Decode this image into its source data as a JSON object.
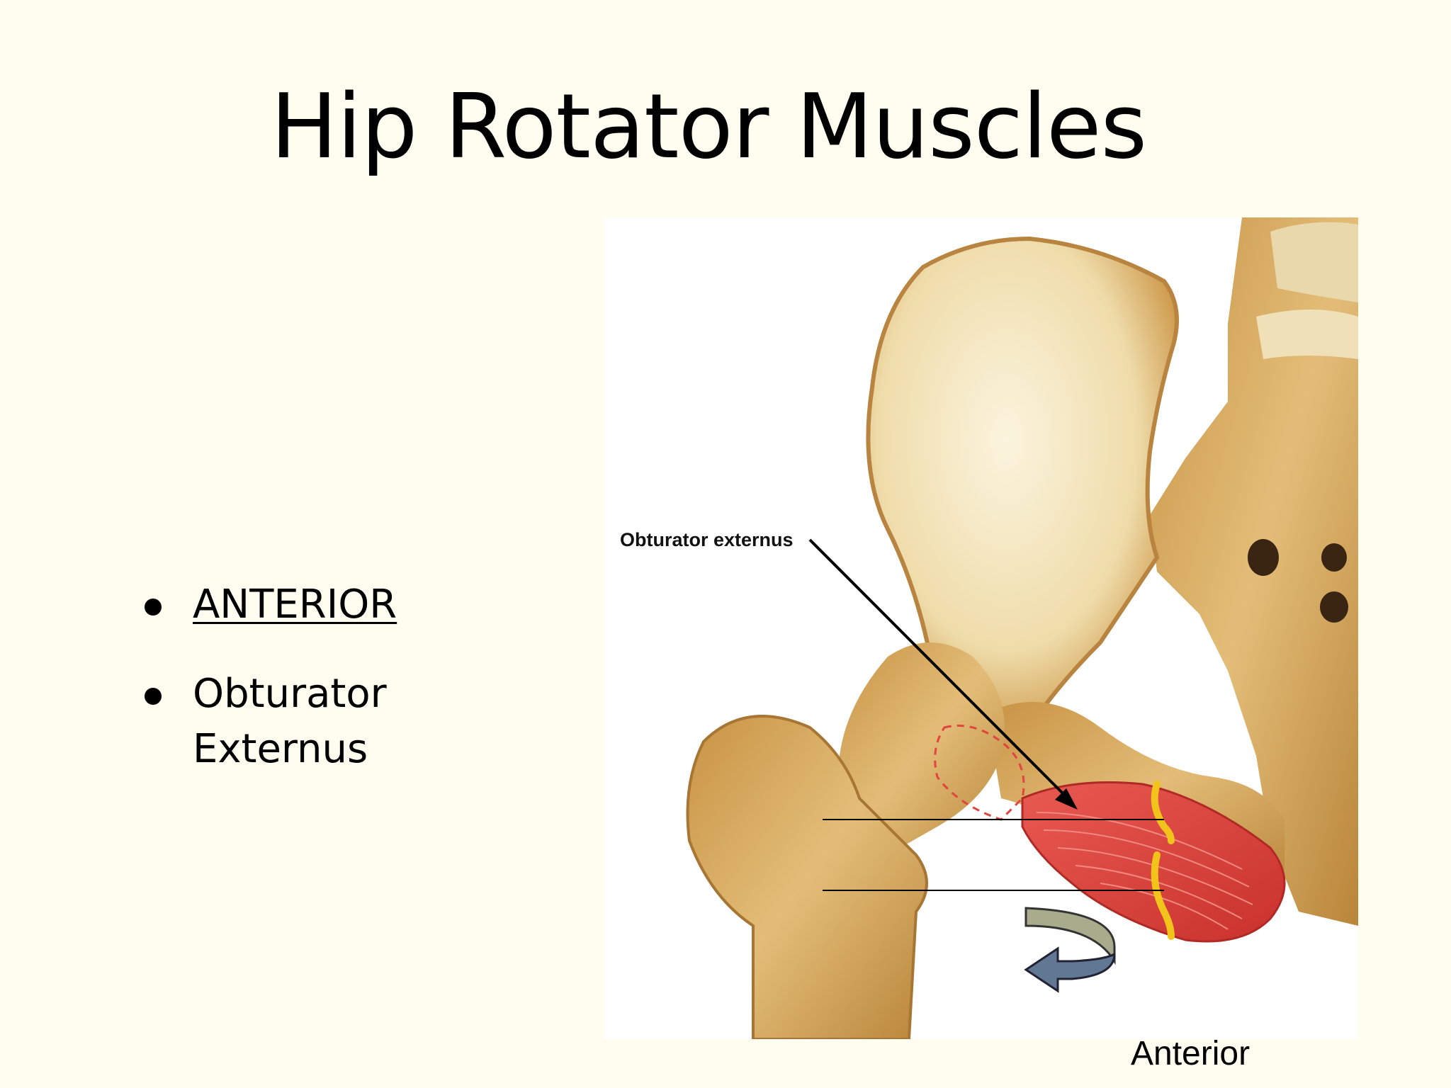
{
  "slide": {
    "title": "Hip Rotator Muscles",
    "bullets": [
      {
        "text": "ANTERIOR",
        "underlined": true
      },
      {
        "text_lines": [
          "Obturator",
          "Externus"
        ],
        "underlined": false
      }
    ]
  },
  "figure": {
    "label": "Obturator externus",
    "caption": "Anterior",
    "colors": {
      "bone": "#d9ad62",
      "bone_light": "#f7eed2",
      "muscle": "#e0453f",
      "marker": "#f2c41b",
      "arrow_back": "#a8ab8c",
      "arrow_front": "#607894"
    }
  },
  "theme": {
    "background": "#fefdf0",
    "text": "#000000"
  }
}
